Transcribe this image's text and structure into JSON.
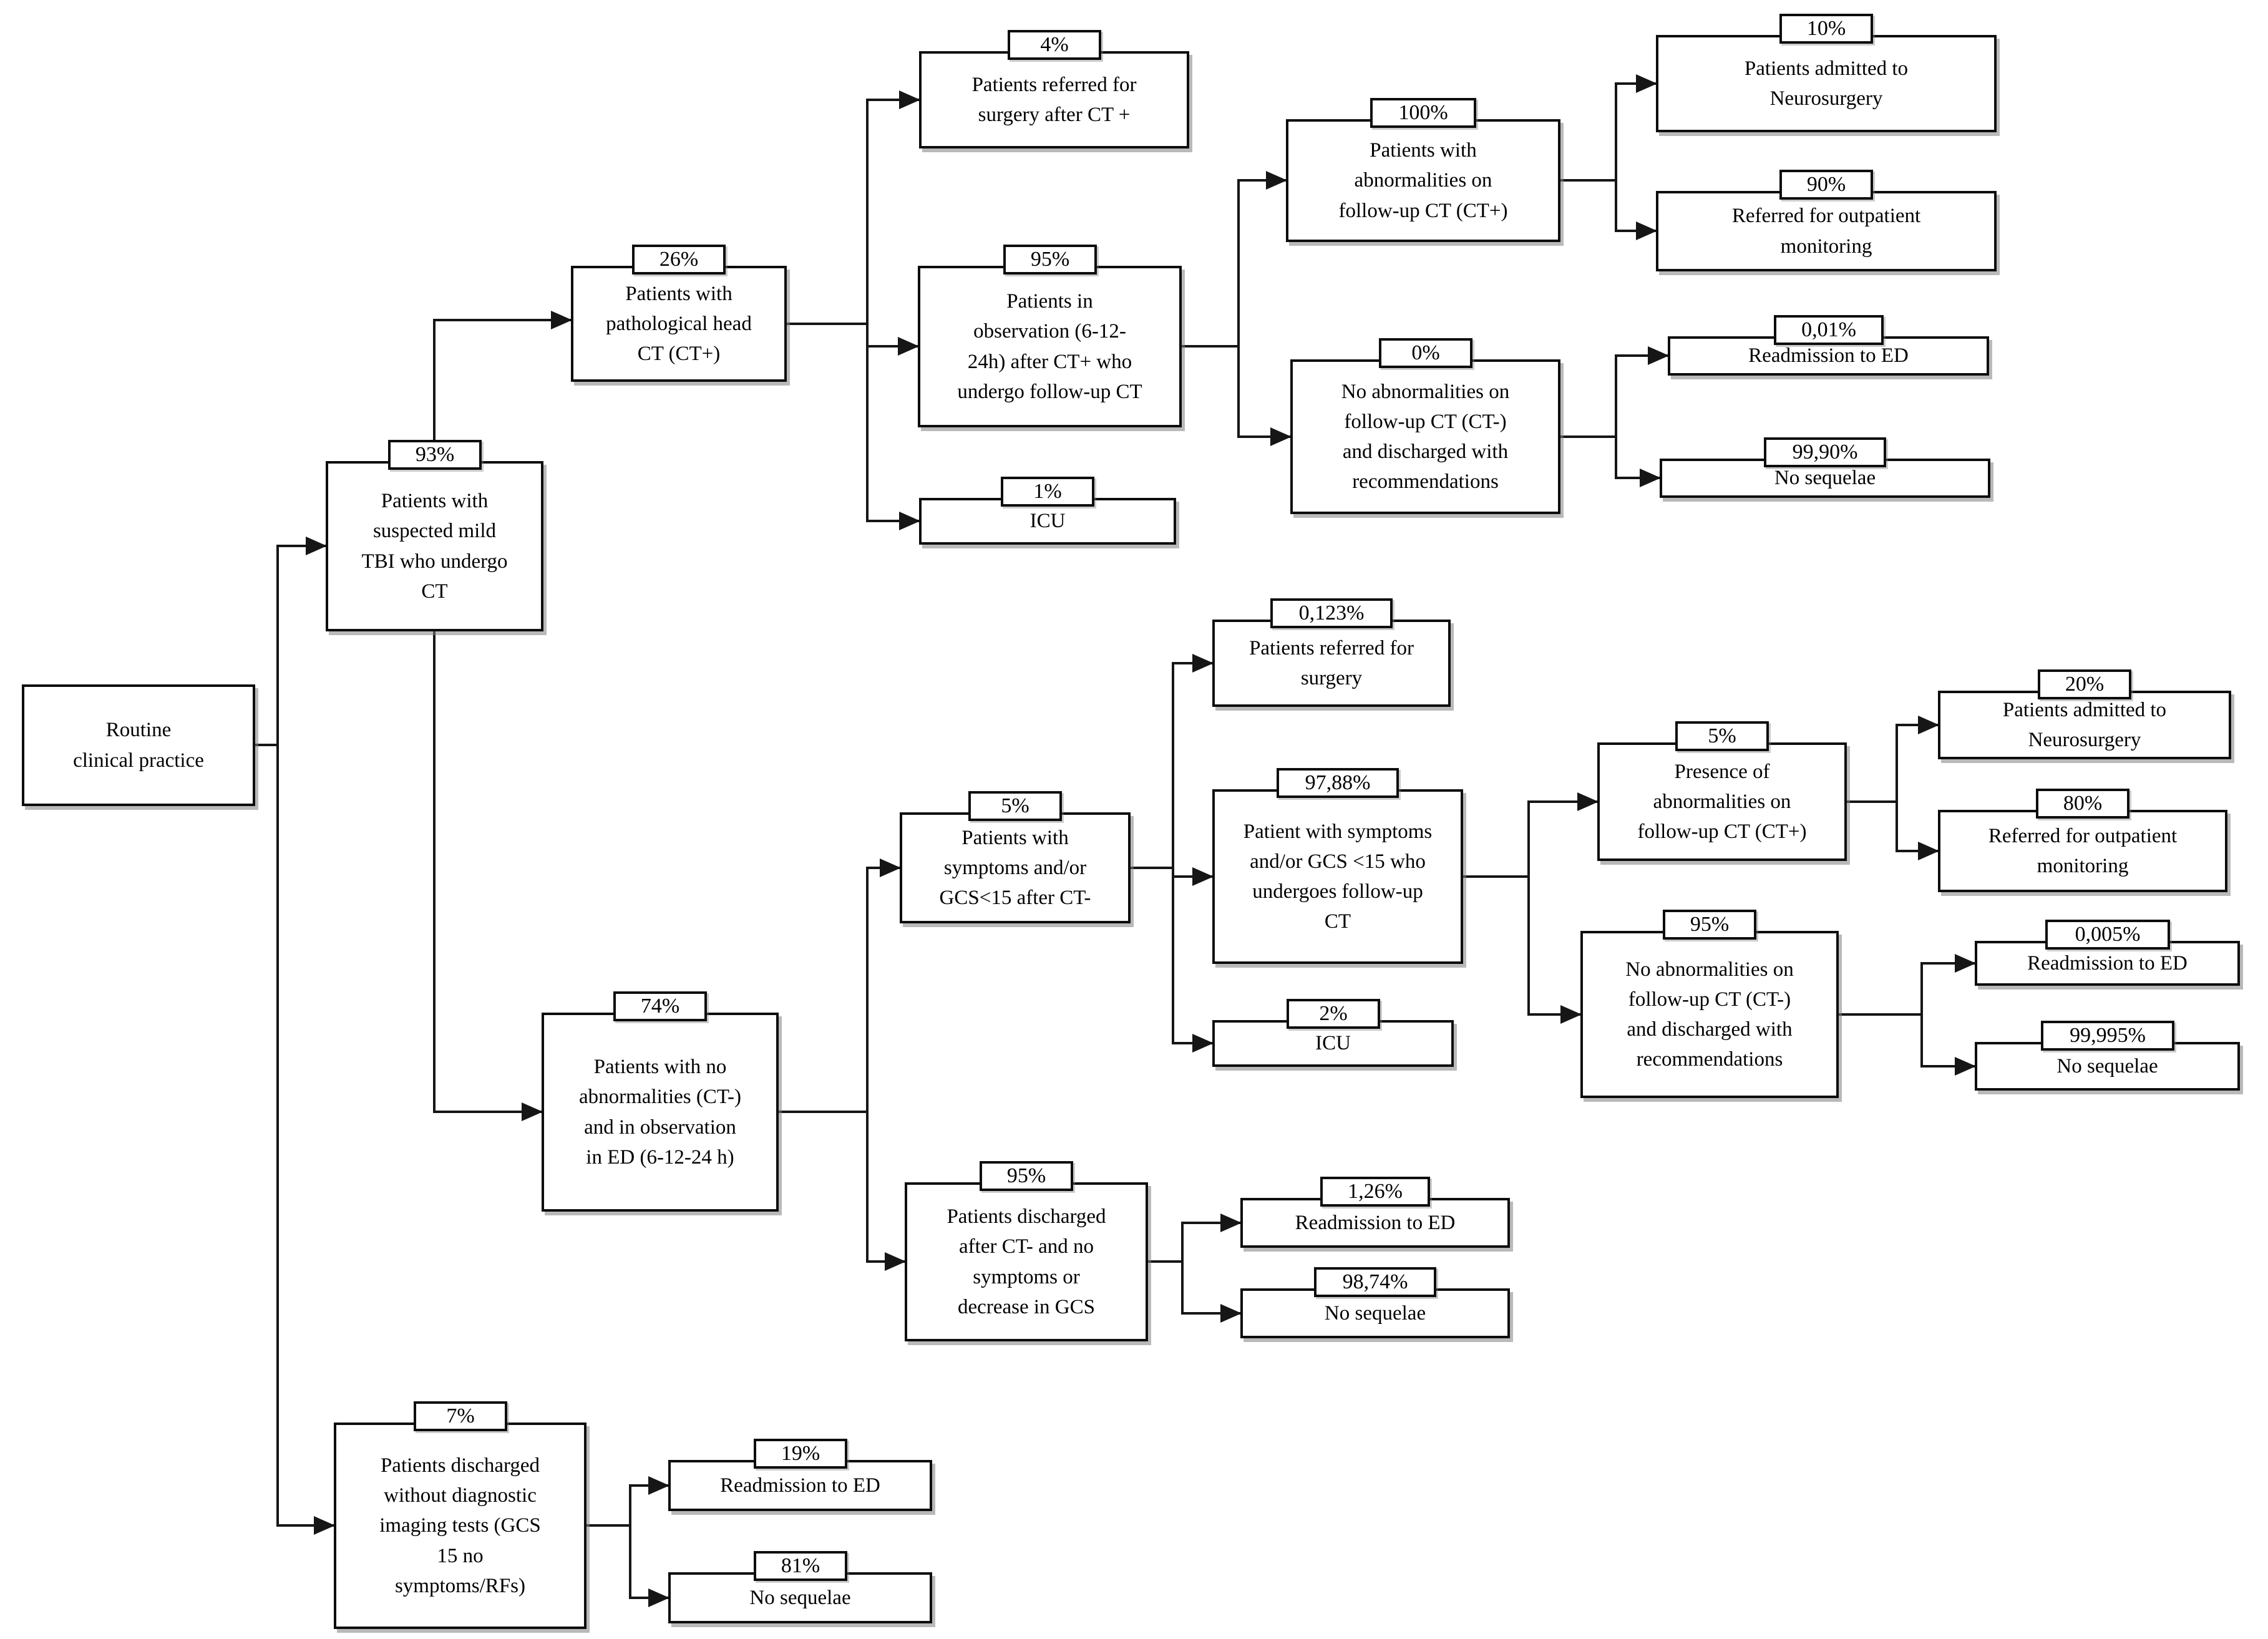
{
  "figure": {
    "description": "Decision-tree flowchart of routine clinical practice pathways for suspected mild TBI patients",
    "background_color": "#ffffff",
    "box_border_color": "#0d0d0d",
    "connector_color": "#161616",
    "text_color": "#000000"
  },
  "chart_data": {
    "type": "table",
    "title": "Routine clinical practice decision tree",
    "nodes": [
      {
        "id": "root",
        "pct": null,
        "text": "Routine\nclinical practice"
      },
      {
        "id": "n93",
        "pct": "93%",
        "text": "Patients with\nsuspected mild\nTBI who undergo\nCT"
      },
      {
        "id": "n26",
        "pct": "26%",
        "text": "Patients with\npathological head\nCT (CT+)"
      },
      {
        "id": "n4",
        "pct": "4%",
        "text": "Patients referred for\nsurgery after CT +"
      },
      {
        "id": "n95obs",
        "pct": "95%",
        "text": "Patients in\nobservation (6-12-\n24h) after CT+ who\nundergo follow-up CT"
      },
      {
        "id": "n1icu",
        "pct": "1%",
        "text": "ICU"
      },
      {
        "id": "n100",
        "pct": "100%",
        "text": "Patients with\nabnormalities on\nfollow-up CT (CT+)"
      },
      {
        "id": "n10",
        "pct": "10%",
        "text": "Patients admitted to\nNeurosurgery"
      },
      {
        "id": "n90",
        "pct": "90%",
        "text": "Referred for outpatient\nmonitoring"
      },
      {
        "id": "n0",
        "pct": "0%",
        "text": "No abnormalities on\nfollow-up CT (CT-)\nand discharged with\nrecommendations"
      },
      {
        "id": "n001",
        "pct": "0,01%",
        "text": "Readmission to ED"
      },
      {
        "id": "n9990",
        "pct": "99,90%",
        "text": "No sequelae"
      },
      {
        "id": "n74",
        "pct": "74%",
        "text": "Patients with no\nabnormalities (CT-)\nand in observation\nin ED  (6-12-24 h)"
      },
      {
        "id": "n5sym",
        "pct": "5%",
        "text": "Patients with\nsymptoms and/or\nGCS<15 after CT-"
      },
      {
        "id": "n0123",
        "pct": "0,123%",
        "text": "Patients referred for\nsurgery"
      },
      {
        "id": "n9788",
        "pct": "97,88%",
        "text": "Patient with symptoms\nand/or GCS <15 who\nundergoes follow-up\nCT"
      },
      {
        "id": "n2icu",
        "pct": "2%",
        "text": "ICU"
      },
      {
        "id": "n5pres",
        "pct": "5%",
        "text": "Presence of\nabnormalities on\nfollow-up CT (CT+)"
      },
      {
        "id": "n20",
        "pct": "20%",
        "text": "Patients admitted to\nNeurosurgery"
      },
      {
        "id": "n80",
        "pct": "80%",
        "text": "Referred for outpatient\nmonitoring"
      },
      {
        "id": "n95noabn",
        "pct": "95%",
        "text": "No abnormalities on\nfollow-up CT (CT-)\nand discharged with\nrecommendations"
      },
      {
        "id": "n0005",
        "pct": "0,005%",
        "text": "Readmission to ED"
      },
      {
        "id": "n99995",
        "pct": "99,995%",
        "text": "No sequelae"
      },
      {
        "id": "n95dis",
        "pct": "95%",
        "text": "Patients discharged\nafter CT- and no\nsymptoms or\ndecrease in GCS"
      },
      {
        "id": "n126",
        "pct": "1,26%",
        "text": "Readmission to ED"
      },
      {
        "id": "n9874",
        "pct": "98,74%",
        "text": "No sequelae"
      },
      {
        "id": "n7",
        "pct": "7%",
        "text": "Patients discharged\nwithout diagnostic\nimaging tests  (GCS\n15 no\nsymptoms/RFs)"
      },
      {
        "id": "n19",
        "pct": "19%",
        "text": "Readmission to ED"
      },
      {
        "id": "n81",
        "pct": "81%",
        "text": "No sequelae"
      }
    ],
    "edges": [
      {
        "from": "root",
        "to": "n93"
      },
      {
        "from": "root",
        "to": "n7"
      },
      {
        "from": "n93",
        "to": "n26"
      },
      {
        "from": "n93",
        "to": "n74"
      },
      {
        "from": "n26",
        "to": "n4"
      },
      {
        "from": "n26",
        "to": "n95obs"
      },
      {
        "from": "n26",
        "to": "n1icu"
      },
      {
        "from": "n95obs",
        "to": "n100"
      },
      {
        "from": "n95obs",
        "to": "n0"
      },
      {
        "from": "n100",
        "to": "n10"
      },
      {
        "from": "n100",
        "to": "n90"
      },
      {
        "from": "n0",
        "to": "n001"
      },
      {
        "from": "n0",
        "to": "n9990"
      },
      {
        "from": "n74",
        "to": "n5sym"
      },
      {
        "from": "n74",
        "to": "n95dis"
      },
      {
        "from": "n5sym",
        "to": "n0123"
      },
      {
        "from": "n5sym",
        "to": "n9788"
      },
      {
        "from": "n5sym",
        "to": "n2icu"
      },
      {
        "from": "n9788",
        "to": "n5pres"
      },
      {
        "from": "n9788",
        "to": "n95noabn"
      },
      {
        "from": "n5pres",
        "to": "n20"
      },
      {
        "from": "n5pres",
        "to": "n80"
      },
      {
        "from": "n95noabn",
        "to": "n0005"
      },
      {
        "from": "n95noabn",
        "to": "n99995"
      },
      {
        "from": "n95dis",
        "to": "n126"
      },
      {
        "from": "n95dis",
        "to": "n9874"
      },
      {
        "from": "n7",
        "to": "n19"
      },
      {
        "from": "n7",
        "to": "n81"
      }
    ]
  }
}
